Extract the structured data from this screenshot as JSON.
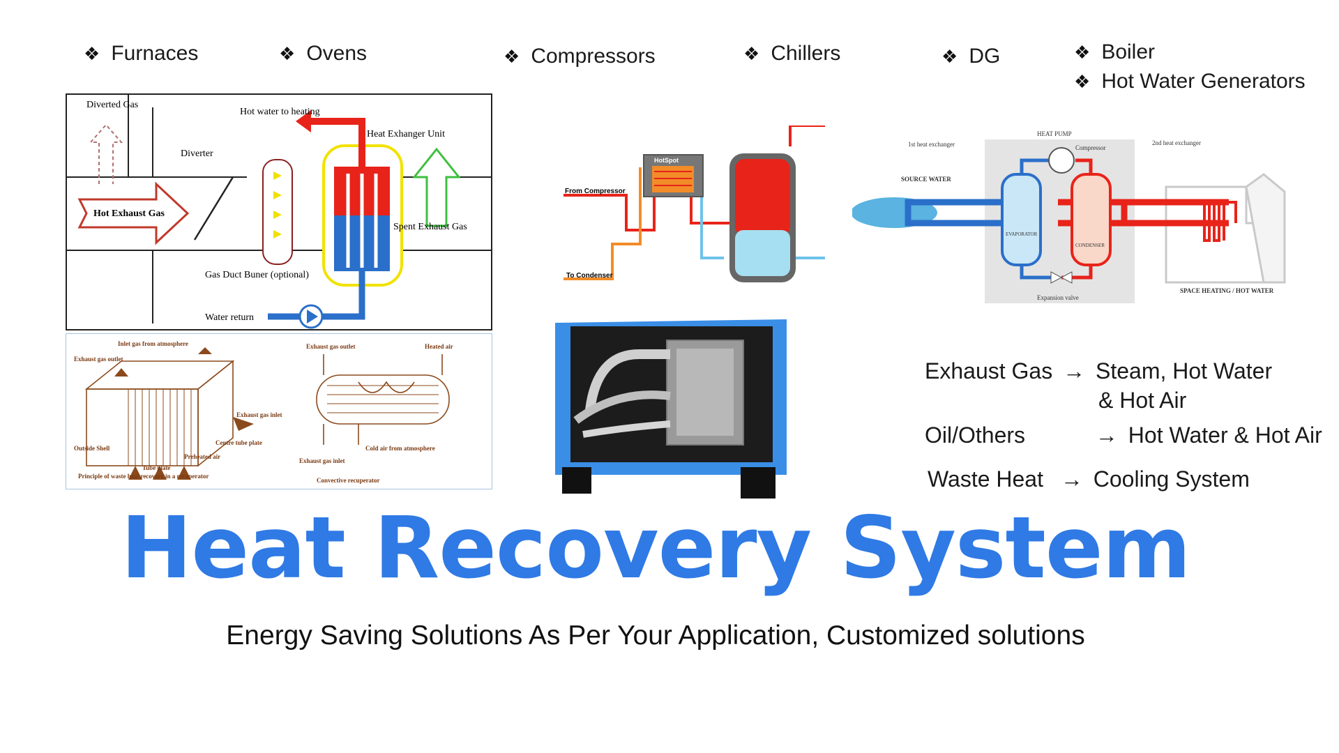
{
  "applications": {
    "items": [
      "Furnaces",
      "Ovens",
      "Compressors",
      "Chillers",
      "DG",
      "Boiler",
      "Hot Water Generators"
    ],
    "bullet_glyph": "❖"
  },
  "diagram_exhaust": {
    "diverted_gas": "Diverted Gas",
    "hot_water_to_heating": "Hot water to heating",
    "diverter": "Diverter",
    "heat_exchanger_unit": "Heat Exhanger Unit",
    "hot_exhaust_gas": "Hot Exhaust Gas",
    "spent_exhaust_gas": "Spent Exhaust Gas",
    "gas_duct_burner": "Gas Duct Buner (optional)",
    "water_return": "Water return"
  },
  "diagram_recuperator": {
    "inlet_gas": "Inlet gas from atmosphere",
    "exhaust_gas_outlet_left": "Exhaust gas outlet",
    "exhaust_gas_inlet": "Exhaust gas inlet",
    "centre_tube_plate": "Centre tube plate",
    "outside_shell": "Outside Shell",
    "preheated_air": "Preheated air",
    "tube_plate": "Tube plate",
    "caption_left": "Principle of waste heat recovery in a recuperator",
    "exhaust_gas_outlet_right": "Exhaust gas outlet",
    "heated_air": "Heated air",
    "cold_air": "Cold air from atmosphere",
    "exhaust_gas_inlet_right": "Exhaust gas inlet",
    "caption_right": "Convective recuperator"
  },
  "diagram_compressor": {
    "from_compressor": "From Compressor",
    "to_condenser": "To Condenser",
    "hotspot": "HotSpot"
  },
  "diagram_heatpump": {
    "heat_pump": "HEAT PUMP",
    "compressor": "Compressor",
    "first_hx": "1st heat exchanger",
    "second_hx": "2nd heat exchanger",
    "source_water": "SOURCE WATER",
    "evaporator": "EVAPORATOR",
    "condenser": "CONDENSER",
    "expansion_valve": "Expansion valve",
    "space_heating": "SPACE HEATING / HOT WATER"
  },
  "mapping": [
    {
      "source": "Exhaust Gas",
      "arrow": "→",
      "target": "Steam,  Hot Water",
      "target2": "& Hot Air"
    },
    {
      "source": "Oil/Others",
      "arrow": "→",
      "target": "Hot Water & Hot Air"
    },
    {
      "source": "Waste Heat",
      "arrow": "→",
      "target": "Cooling System"
    }
  ],
  "title": "Heat Recovery System",
  "subtitle": "Energy Saving Solutions As Per Your Application, Customized solutions",
  "colors": {
    "title": "#2f7ae5",
    "hot": "#e8231a",
    "cold": "#2a6fc9",
    "brown": "#8b4a1c"
  }
}
